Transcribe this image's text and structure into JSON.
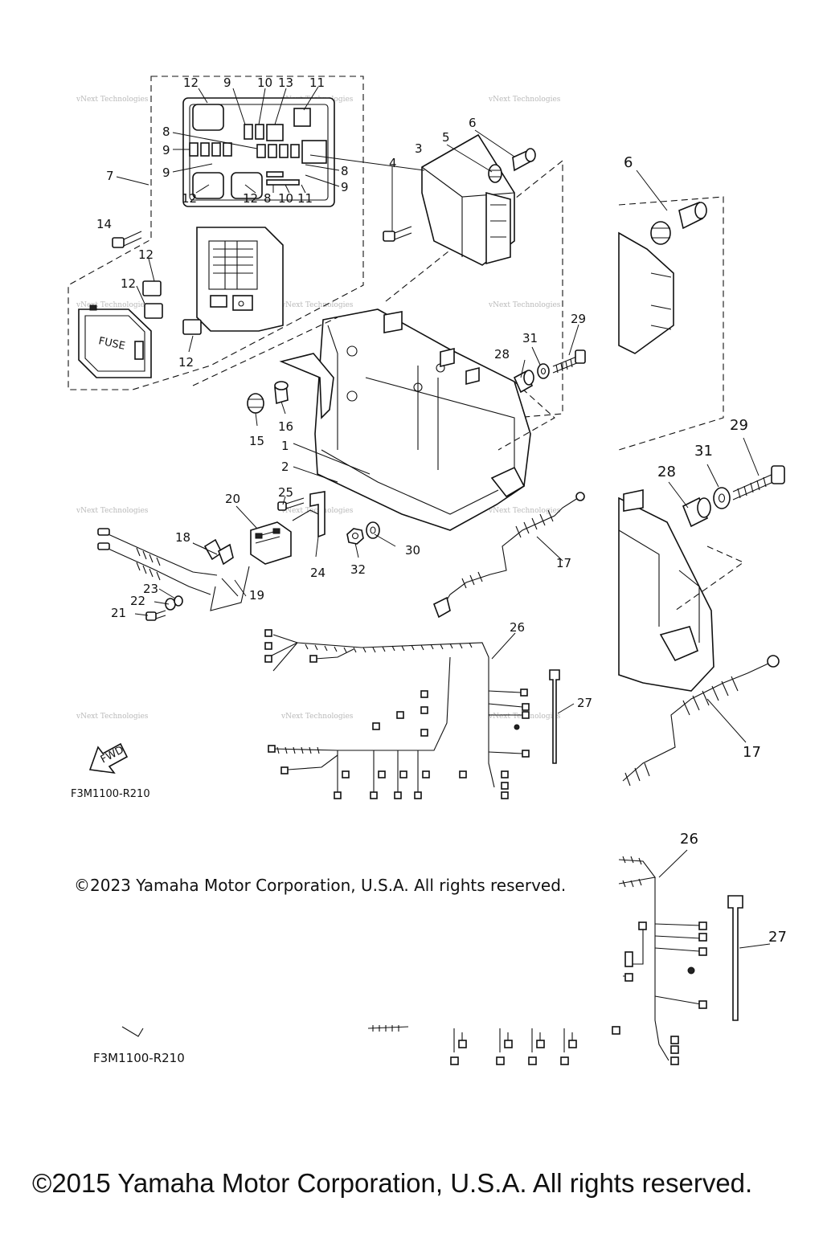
{
  "callouts_left": {
    "c1": "1",
    "c2": "2",
    "c3": "3",
    "c4": "4",
    "c5": "5",
    "c6": "6",
    "c7": "7",
    "c8a": "8",
    "c8b": "8",
    "c8c": "8",
    "c9a": "9",
    "c9b": "9",
    "c9c": "9",
    "c9d": "9",
    "c10a": "10",
    "c10b": "10",
    "c11a": "11",
    "c11b": "11",
    "c12a": "12",
    "c12b": "12",
    "c12c": "12",
    "c12d": "12",
    "c12e": "12",
    "c12f": "12",
    "c13": "13",
    "c14": "14",
    "c15": "15",
    "c16": "16",
    "c17": "17",
    "c18": "18",
    "c19": "19",
    "c20": "20",
    "c21": "21",
    "c22": "22",
    "c23": "23",
    "c24": "24",
    "c25": "25",
    "c26": "26",
    "c27": "27",
    "c28": "28",
    "c29": "29",
    "c30": "30",
    "c31": "31",
    "c32": "32"
  },
  "callouts_right": {
    "c6": "6",
    "c17": "17",
    "c26": "26",
    "c27": "27",
    "c28": "28",
    "c29": "29",
    "c31": "31"
  },
  "fuse_label": "FUSE",
  "fwd_label": "FWD",
  "diagram_code_upper": "F3M1100-R210",
  "diagram_code_lower": "F3M1100-R210",
  "watermark": "vNext Technologies",
  "copyright_small": "©2023 Yamaha Motor Corporation, U.S.A. All rights reserved.",
  "copyright_large": "©2015 Yamaha Motor Corporation, U.S.A. All rights reserved."
}
